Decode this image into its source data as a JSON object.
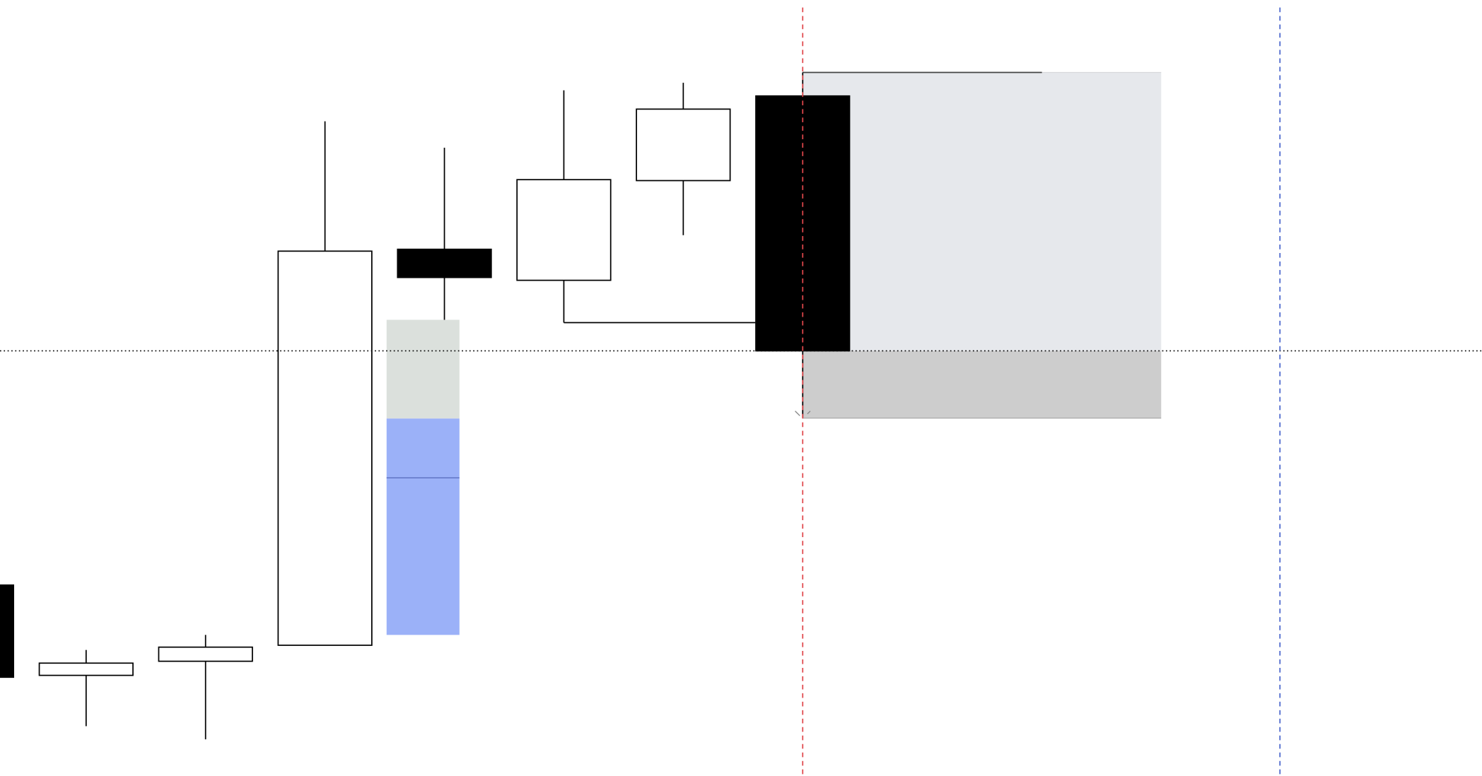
{
  "chart_data": {
    "type": "candlestick",
    "title": "",
    "xlabel": "",
    "ylabel": "",
    "ylim": [
      0,
      825
    ],
    "grid": false,
    "candles": [
      {
        "index": -1,
        "open": 203,
        "high": 203,
        "low": 105,
        "close": 105
      },
      {
        "index": 0,
        "open": 107,
        "high": 134,
        "low": 53,
        "close": 120
      },
      {
        "index": 1,
        "open": 122,
        "high": 150,
        "low": 39,
        "close": 137
      },
      {
        "index": 2,
        "open": 139,
        "high": 696,
        "low": 139,
        "close": 558
      },
      {
        "index": 3,
        "open": 560,
        "high": 668,
        "low": 485,
        "close": 530
      },
      {
        "index": 4,
        "open": 527,
        "high": 729,
        "low": 482,
        "close": 634
      },
      {
        "index": 5,
        "open": 633,
        "high": 737,
        "low": 575,
        "close": 709
      },
      {
        "index": 6,
        "open": 723,
        "high": 723,
        "low": 452,
        "close": 452
      }
    ],
    "price_line": 452,
    "horizontal_segment": {
      "from_index": 4,
      "to_index": 6,
      "price": 482
    },
    "range_box": {
      "index": 2.5,
      "top": 485,
      "split": 380,
      "mid": 317,
      "bottom": 150,
      "colors": {
        "upper": "#dbe0dc",
        "lower": "#9bb1f8",
        "mid": "#5a6fbf"
      }
    },
    "position_tool": {
      "start_index": 6,
      "end_index": 9,
      "entry": 452,
      "target": 748,
      "stop": 381,
      "progress_end_index": 8,
      "colors": {
        "profit": "#e6e8ec",
        "loss": "#cdcdcd"
      }
    },
    "vertical_markers": [
      {
        "index": 6,
        "color": "#e0474c"
      },
      {
        "index": 10,
        "color": "#4a66cc"
      }
    ]
  }
}
